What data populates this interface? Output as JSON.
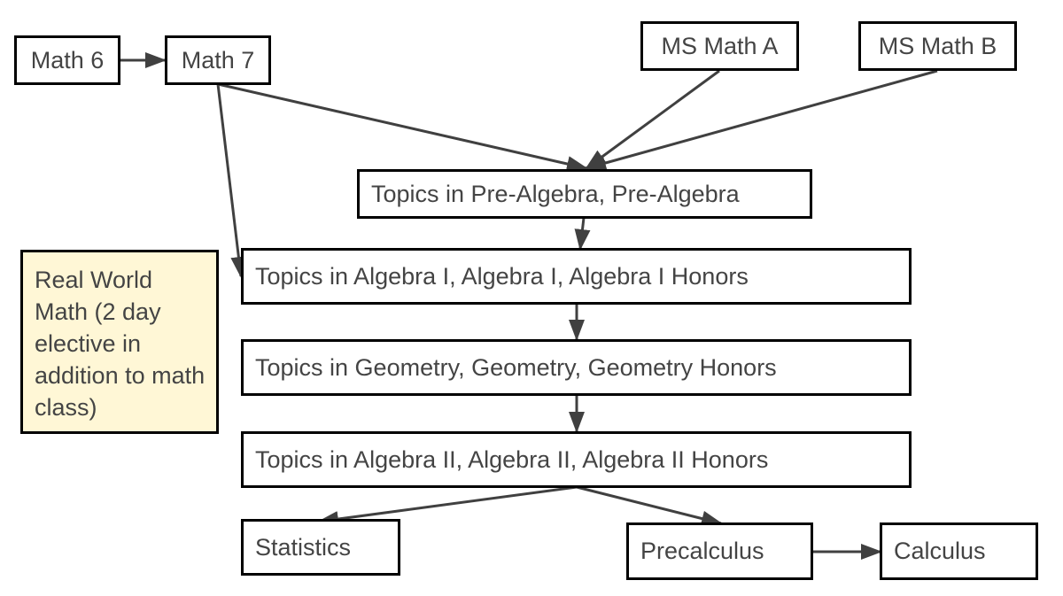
{
  "colors": {
    "border": "#000000",
    "text": "#444444",
    "arrow": "#404040",
    "note_background": "#fff7d6"
  },
  "nodes": {
    "math6": "Math 6",
    "math7": "Math 7",
    "ms_math_a": "MS Math A",
    "ms_math_b": "MS Math B",
    "pre_algebra": "Topics in Pre-Algebra, Pre-Algebra",
    "algebra1": "Topics in Algebra I, Algebra I, Algebra I Honors",
    "geometry": "Topics in Geometry, Geometry, Geometry Honors",
    "algebra2": "Topics in Algebra II, Algebra II, Algebra II Honors",
    "statistics": "Statistics",
    "precalculus": "Precalculus",
    "calculus": "Calculus"
  },
  "note": {
    "text": "Real World Math (2 day elective in addition to math class)"
  }
}
